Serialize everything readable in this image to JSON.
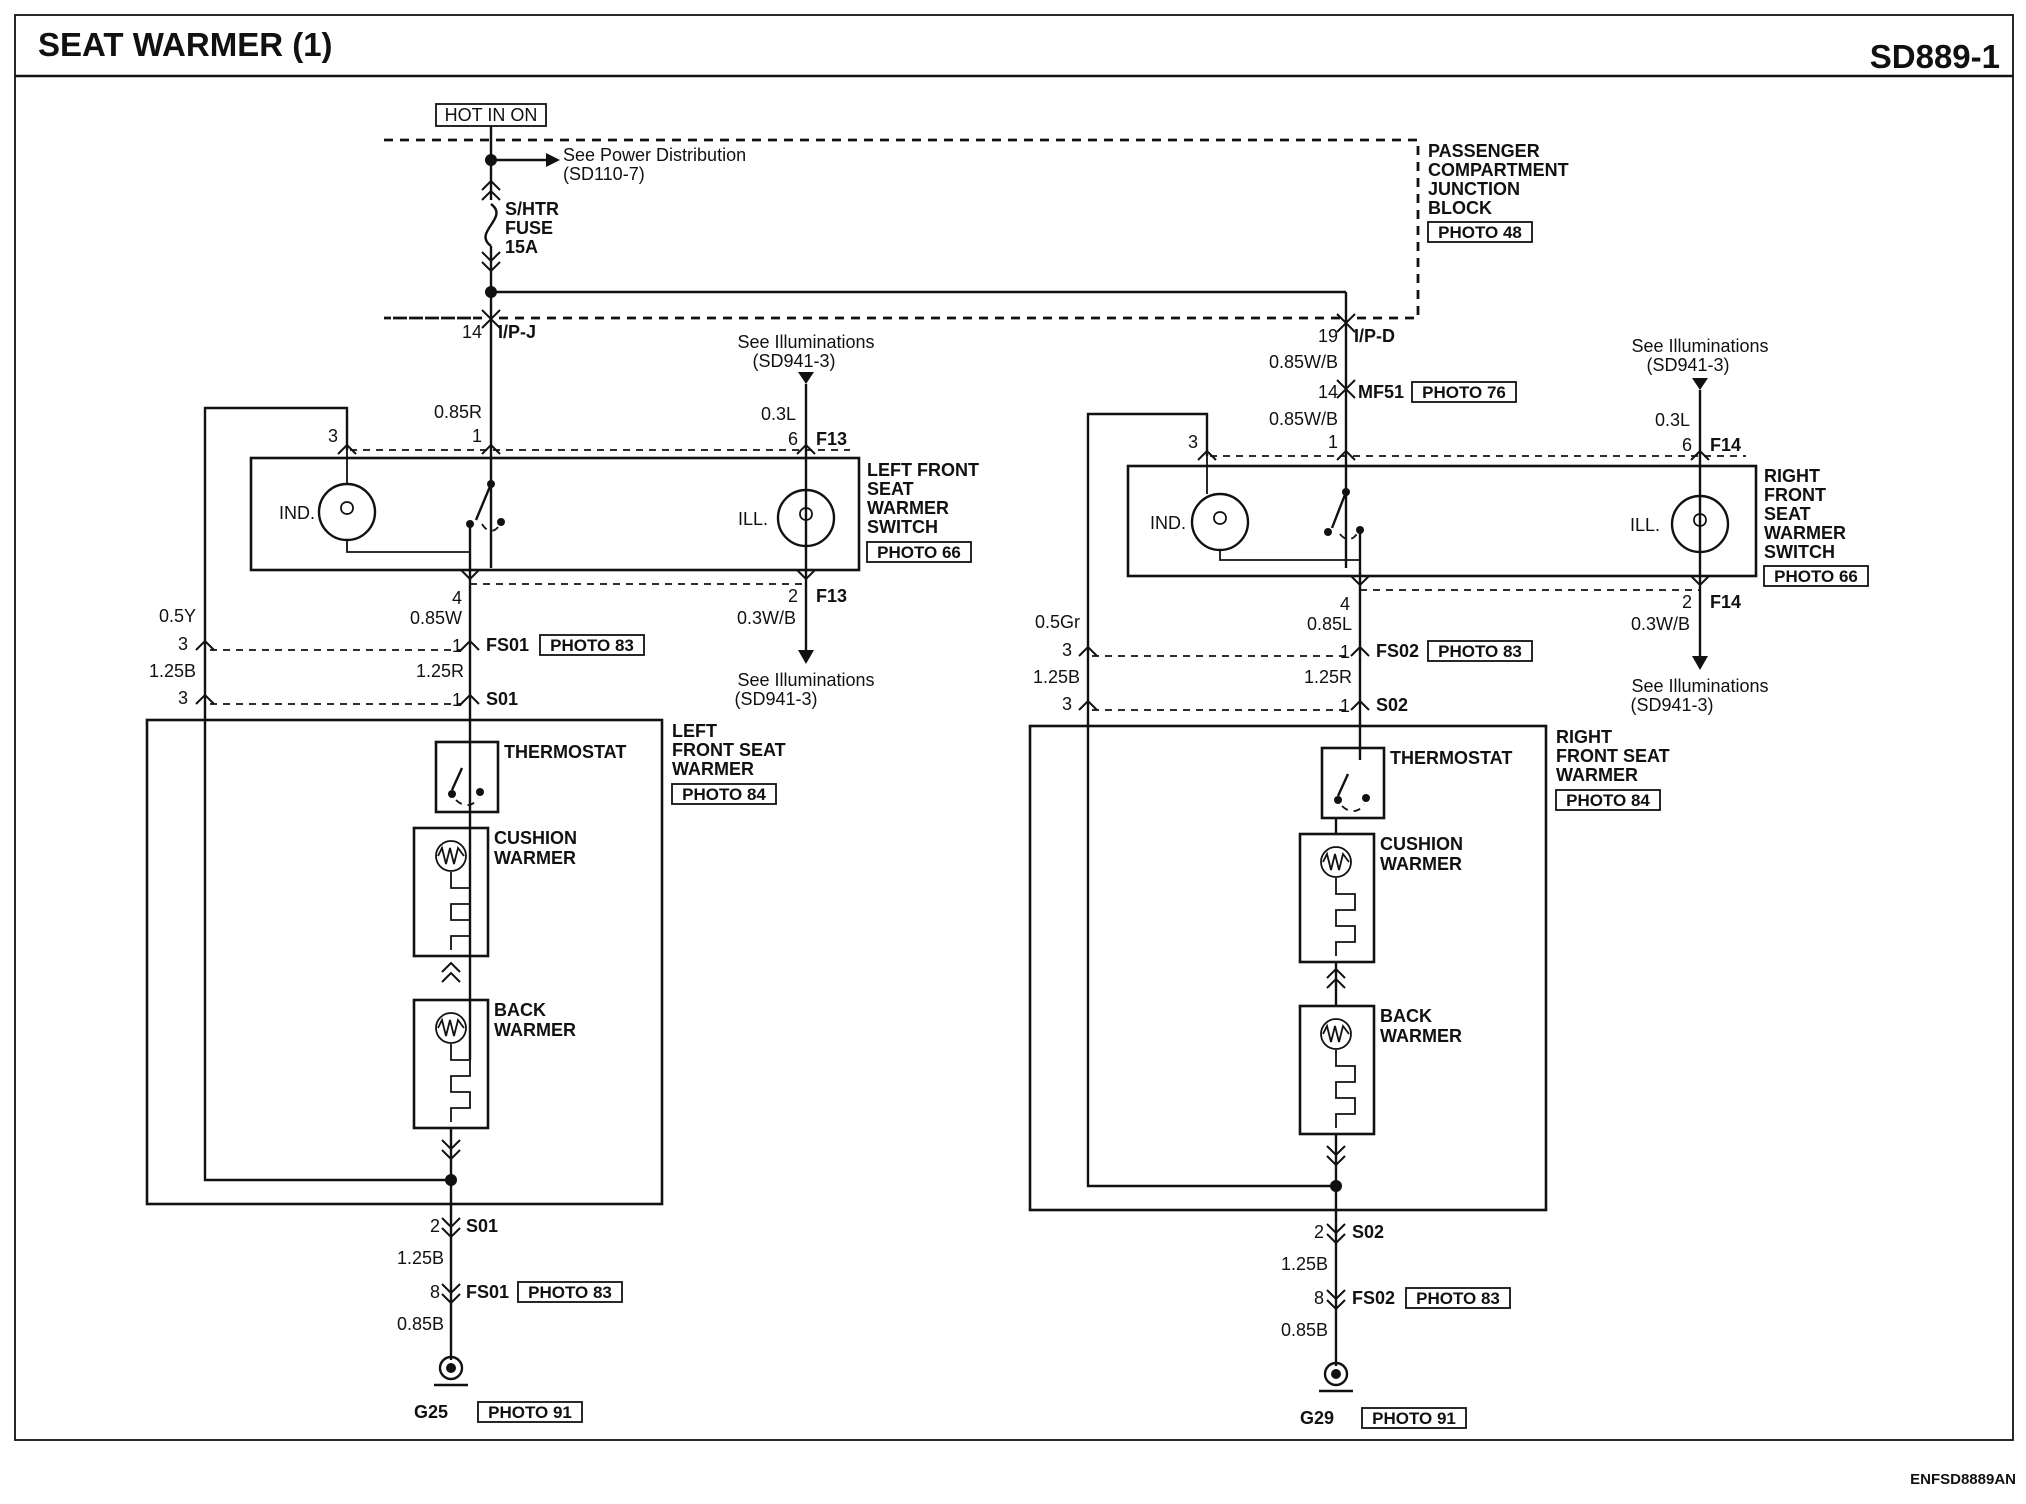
{
  "title": "SEAT WARMER (1)",
  "page_code": "SD889-1",
  "footer_code": "ENFSD8889AN",
  "power": {
    "hot_label": "HOT IN ON",
    "see_power_line1": "See Power Distribution",
    "see_power_line2": "(SD110-7)",
    "fuse_line1": "S/HTR",
    "fuse_line2": "FUSE",
    "fuse_line3": "15A",
    "jb_line1": "PASSENGER",
    "jb_line2": "COMPARTMENT",
    "jb_line3": "JUNCTION",
    "jb_line4": "BLOCK",
    "jb_photo": "PHOTO 48"
  },
  "left": {
    "ipj_pin": "14",
    "ipj_conn": "I/P-J",
    "wire_085r": "0.85R",
    "see_illum_top1": "See Illuminations",
    "see_illum_top2": "(SD941-3)",
    "wire_03l": "0.3L",
    "pin6": "6",
    "conn_f13_top": "F13",
    "pin3": "3",
    "pin1": "1",
    "switch_line1": "LEFT FRONT",
    "switch_line2": "SEAT",
    "switch_line3": "WARMER",
    "switch_line4": "SWITCH",
    "switch_photo": "PHOTO 66",
    "ind_label": "IND.",
    "ill_label": "ILL.",
    "pin4": "4",
    "wire_085w": "0.85W",
    "pin2": "2",
    "conn_f13_bot": "F13",
    "wire_03wb": "0.3W/B",
    "see_illum_bot1": "See Illuminations",
    "see_illum_bot2": "(SD941-3)",
    "wire_05y": "0.5Y",
    "fs_pin3": "3",
    "fs_pin1": "1",
    "fs_conn": "FS01",
    "fs_photo": "PHOTO 83",
    "wire_125b": "1.25B",
    "wire_125r": "1.25R",
    "s_pin3": "3",
    "s_pin1": "1",
    "s_conn": "S01",
    "seat_line1": "LEFT",
    "seat_line2": "FRONT SEAT",
    "seat_line3": "WARMER",
    "seat_photo": "PHOTO 84",
    "thermostat": "THERMOSTAT",
    "cushion1": "CUSHION",
    "cushion2": "WARMER",
    "back1": "BACK",
    "back2": "WARMER",
    "s_bot_pin": "2",
    "s_bot_conn": "S01",
    "wire_125b_bot": "1.25B",
    "fs_bot_pin": "8",
    "fs_bot_conn": "FS01",
    "fs_bot_photo": "PHOTO 83",
    "wire_085b": "0.85B",
    "ground": "G25",
    "ground_photo": "PHOTO 91"
  },
  "right": {
    "ipd_pin": "19",
    "ipd_conn": "I/P-D",
    "wire_085wb_top": "0.85W/B",
    "mf_pin": "14",
    "mf_conn": "MF51",
    "mf_photo": "PHOTO 76",
    "wire_085wb": "0.85W/B",
    "see_illum_top1": "See Illuminations",
    "see_illum_top2": "(SD941-3)",
    "wire_03l": "0.3L",
    "pin6": "6",
    "conn_f14_top": "F14",
    "pin3": "3",
    "pin1": "1",
    "switch_line1": "RIGHT",
    "switch_line2": "FRONT",
    "switch_line3": "SEAT",
    "switch_line4": "WARMER",
    "switch_line5": "SWITCH",
    "switch_photo": "PHOTO 66",
    "ind_label": "IND.",
    "ill_label": "ILL.",
    "pin4": "4",
    "wire_085l": "0.85L",
    "pin2": "2",
    "conn_f14_bot": "F14",
    "wire_03wb": "0.3W/B",
    "see_illum_bot1": "See Illuminations",
    "see_illum_bot2": "(SD941-3)",
    "wire_05gr": "0.5Gr",
    "fs_pin3": "3",
    "fs_pin1": "1",
    "fs_conn": "FS02",
    "fs_photo": "PHOTO 83",
    "wire_125b": "1.25B",
    "wire_125r": "1.25R",
    "s_pin3": "3",
    "s_pin1": "1",
    "s_conn": "S02",
    "seat_line1": "RIGHT",
    "seat_line2": "FRONT SEAT",
    "seat_line3": "WARMER",
    "seat_photo": "PHOTO 84",
    "thermostat": "THERMOSTAT",
    "cushion1": "CUSHION",
    "cushion2": "WARMER",
    "back1": "BACK",
    "back2": "WARMER",
    "s_bot_pin": "2",
    "s_bot_conn": "S02",
    "wire_125b_bot": "1.25B",
    "fs_bot_pin": "8",
    "fs_bot_conn": "FS02",
    "fs_bot_photo": "PHOTO 83",
    "wire_085b": "0.85B",
    "ground": "G29",
    "ground_photo": "PHOTO 91"
  }
}
